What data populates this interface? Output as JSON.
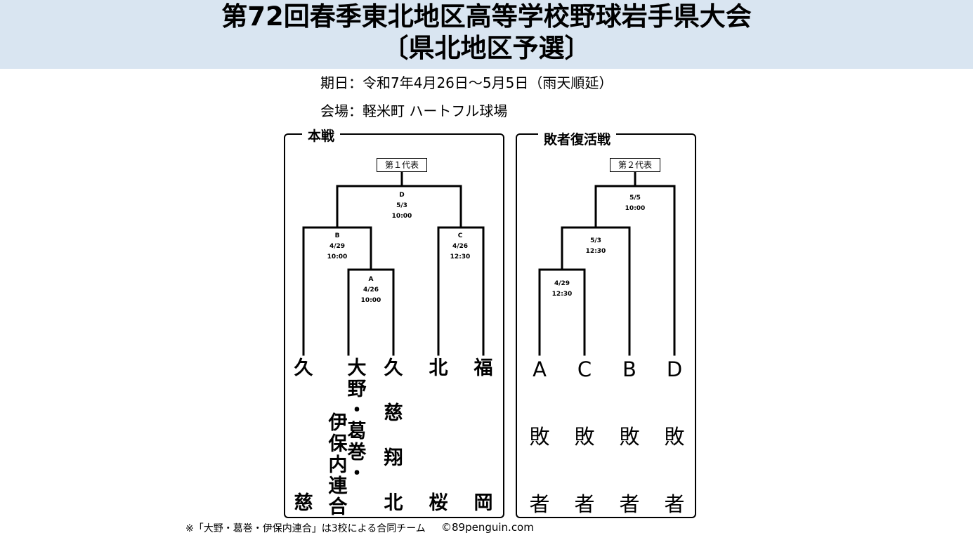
{
  "title": {
    "line1": "第72回春季東北地区高等学校野球岩手県大会",
    "line2": "〔県北地区予選〕"
  },
  "info": {
    "date": "期日：令和7年4月26日～5月5日（雨天順延）",
    "venue": "会場：軽米町 ハートフル球場"
  },
  "main_bracket": {
    "title": "本戦",
    "representative": "第１代表",
    "games": [
      {
        "id": "A",
        "text": "A\n4/26\n10:00"
      },
      {
        "id": "B",
        "text": "B\n4/29\n10:00"
      },
      {
        "id": "C",
        "text": "C\n4/26\n12:30"
      },
      {
        "id": "D",
        "text": "D\n5/3\n10:00"
      }
    ],
    "teams": [
      {
        "chars": [
          "久",
          "慈"
        ]
      },
      {
        "chars": [
          "大",
          "野",
          "・",
          "葛",
          "巻",
          "・"
        ],
        "second_column": [
          "伊",
          "保",
          "内",
          "連",
          "合"
        ]
      },
      {
        "chars": [
          "久",
          "",
          "慈",
          "",
          "翔",
          "",
          "北"
        ]
      },
      {
        "chars": [
          "北",
          "桜"
        ]
      },
      {
        "chars": [
          "福",
          "岡"
        ]
      }
    ]
  },
  "repechage": {
    "title": "敗者復活戦",
    "representative": "第２代表",
    "games": [
      {
        "id": "r1",
        "text": "4/29\n12:30"
      },
      {
        "id": "r2",
        "text": "5/3\n12:30"
      },
      {
        "id": "r3",
        "text": "5/5\n10:00"
      }
    ],
    "entries": [
      {
        "letter": "A",
        "c1": "敗",
        "c2": "者"
      },
      {
        "letter": "C",
        "c1": "敗",
        "c2": "者"
      },
      {
        "letter": "B",
        "c1": "敗",
        "c2": "者"
      },
      {
        "letter": "D",
        "c1": "敗",
        "c2": "者"
      }
    ]
  },
  "footer": {
    "note": "※「大野・葛巻・伊保内連合」は3校による合同チーム",
    "copyright": "©89penguin.com"
  }
}
